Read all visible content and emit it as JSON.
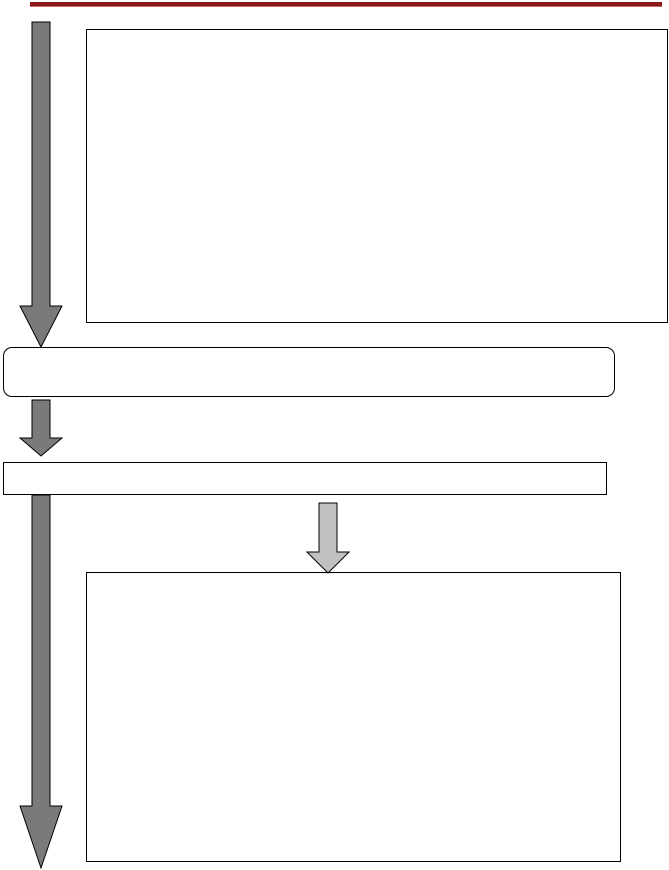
{
  "diagram": {
    "boxes": [
      {
        "id": "box-top",
        "text": ""
      },
      {
        "id": "box-rounded",
        "text": ""
      },
      {
        "id": "box-bar",
        "text": ""
      },
      {
        "id": "box-bottom",
        "text": ""
      }
    ]
  },
  "colors": {
    "header_rule": "#8b1a1a",
    "arrow_dark": "#7a7a7a",
    "arrow_light": "#c0c0c0",
    "stroke": "#000000"
  }
}
